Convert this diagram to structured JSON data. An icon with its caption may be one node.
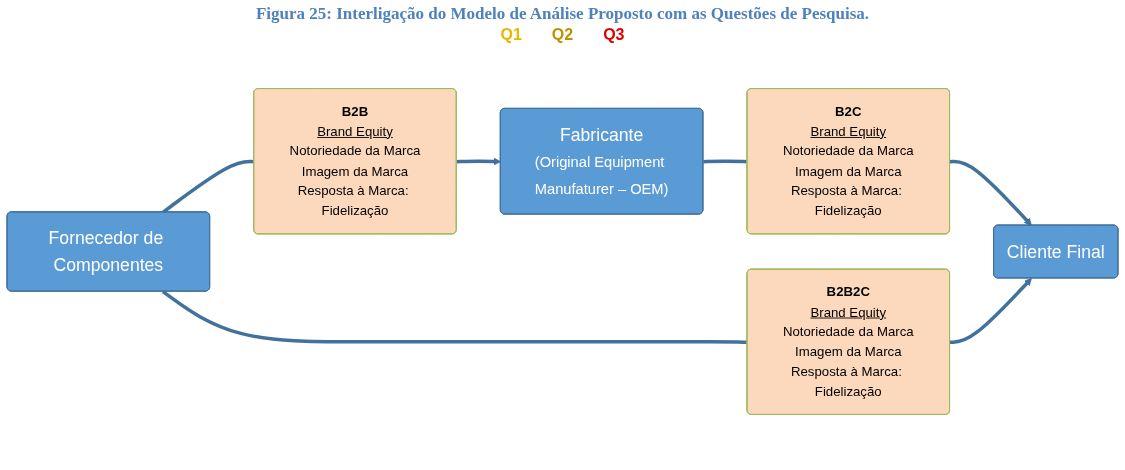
{
  "diagram": {
    "title": "Figura 25: Interligação do Modelo de Análise Proposto com as Questões de Pesquisa.",
    "nodes": [
      {
        "text": [
          "Fornecedor de Componentes"
        ]
      },
      {
        "text": [
          "B2B",
          "Brand Equity",
          "Notoriedade da Marca",
          "Imagem da Marca",
          "Resposta à Marca: Fidelização"
        ]
      },
      {
        "text": [
          "Fabricante",
          "(Original Equipment Manufaturer – OEM)"
        ]
      },
      {
        "text": [
          "B2C",
          "Brand Equity",
          "Notoriedade da Marca",
          "Imagem da Marca",
          "Resposta à Marca: Fidelização"
        ]
      },
      {
        "text": [
          "Cliente Final"
        ]
      },
      {
        "text": [
          "B2B2C",
          "Brand Equity",
          "Notoriedade da Marca",
          "Imagem da Marca",
          "Resposta à Marca: Fidelização"
        ]
      }
    ],
    "edges": [
      {
        "from": 0,
        "to": 1,
        "arrow": "none"
      },
      {
        "from": 1,
        "to": 2,
        "arrow": "to"
      },
      {
        "from": 2,
        "to": 3,
        "arrow": "none"
      },
      {
        "from": 3,
        "to": 4,
        "arrow": "to"
      },
      {
        "from": 0,
        "to": 5,
        "arrow": "none"
      },
      {
        "from": 5,
        "to": 4,
        "arrow": "to"
      }
    ],
    "labels": [
      "Q1",
      "Q2",
      "Q3"
    ]
  }
}
